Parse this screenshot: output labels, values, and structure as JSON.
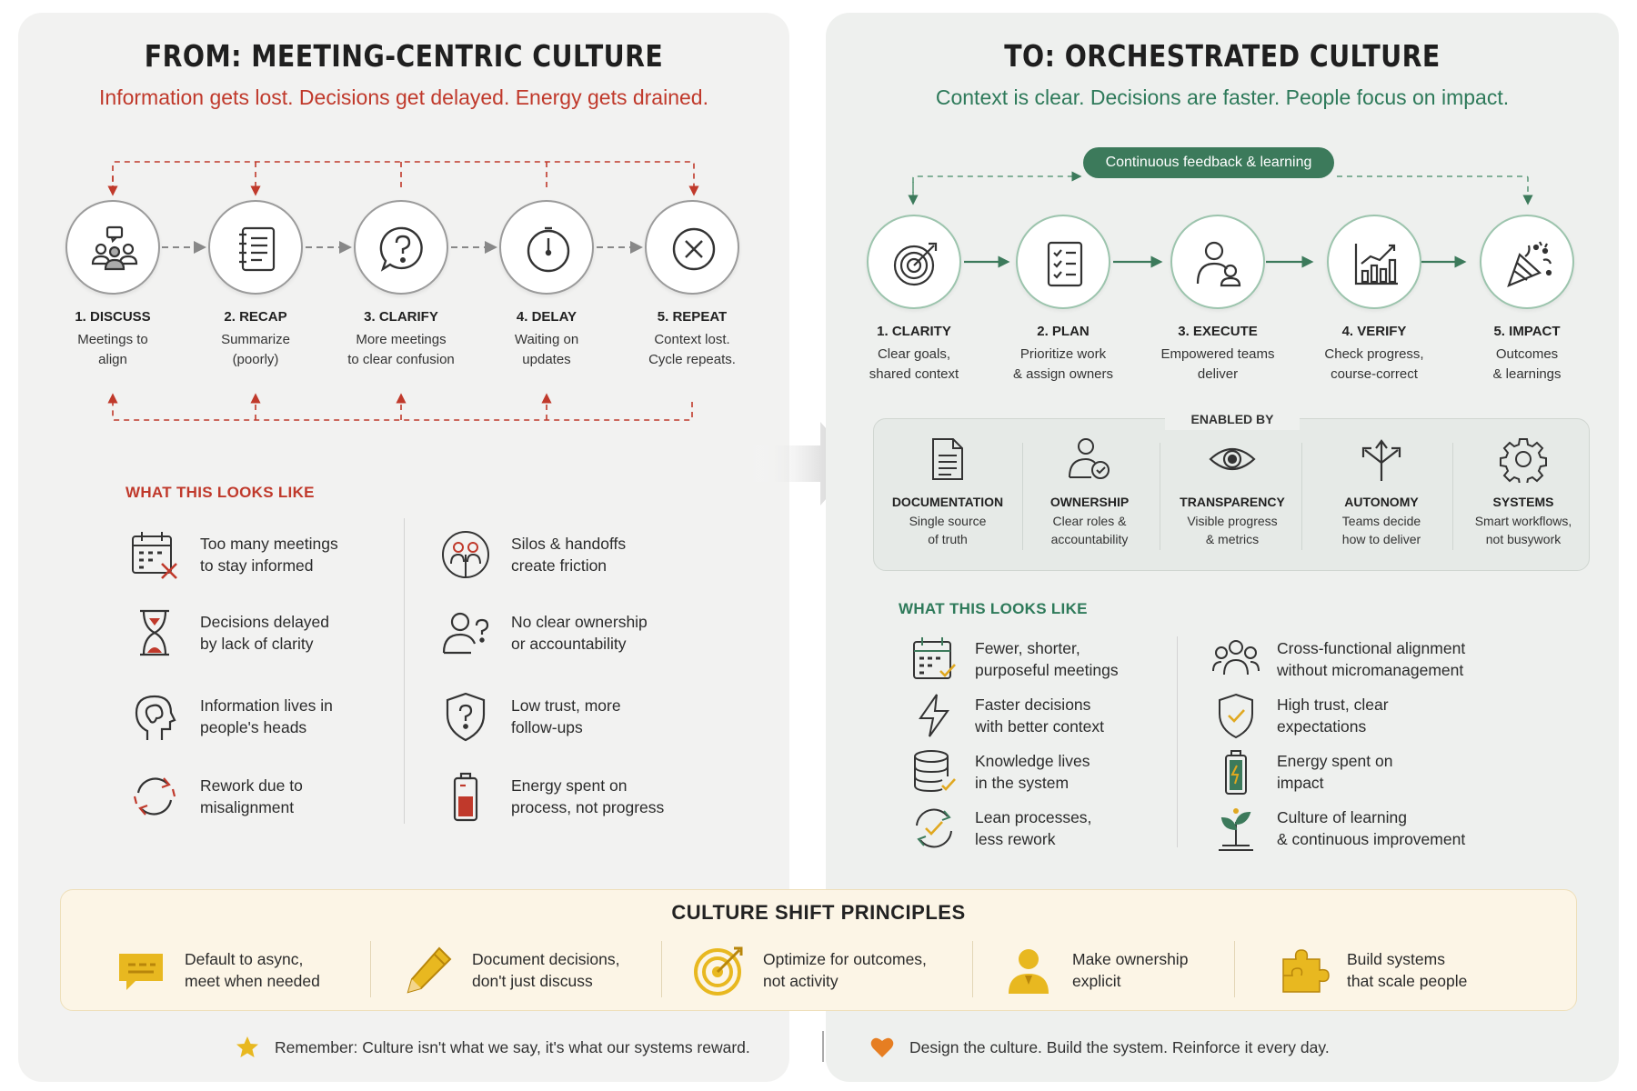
{
  "left": {
    "title": "FROM: MEETING-CENTRIC CULTURE",
    "subtitle": "Information gets lost. Decisions get delayed. Energy gets drained.",
    "steps": [
      {
        "name": "1. DISCUSS",
        "line1": "Meetings to",
        "line2": "align",
        "icon": "meeting-people-icon"
      },
      {
        "name": "2. RECAP",
        "line1": "Summarize",
        "line2": "(poorly)",
        "icon": "notebook-icon"
      },
      {
        "name": "3. CLARIFY",
        "line1": "More meetings",
        "line2": "to clear confusion",
        "icon": "question-bubble-icon"
      },
      {
        "name": "4. DELAY",
        "line1": "Waiting on",
        "line2": "updates",
        "icon": "clock-icon"
      },
      {
        "name": "5. REPEAT",
        "line1": "Context lost.",
        "line2": "Cycle repeats.",
        "icon": "x-circle-icon"
      }
    ],
    "looks_like_heading": "WHAT THIS LOOKS LIKE",
    "looks_like": [
      {
        "line1": "Too many meetings",
        "line2": "to stay informed",
        "icon": "calendar-x-icon"
      },
      {
        "line1": "Decisions delayed",
        "line2": "by lack of clarity",
        "icon": "hourglass-icon"
      },
      {
        "line1": "Information lives in",
        "line2": "people's heads",
        "icon": "head-icon"
      },
      {
        "line1": "Rework due to",
        "line2": "misalignment",
        "icon": "refresh-icon"
      },
      {
        "line1": "Silos & handoffs",
        "line2": "create friction",
        "icon": "silos-people-icon"
      },
      {
        "line1": "No clear ownership",
        "line2": "or accountability",
        "icon": "person-question-icon"
      },
      {
        "line1": "Low trust, more",
        "line2": "follow-ups",
        "icon": "shield-question-icon"
      },
      {
        "line1": "Energy spent on",
        "line2": "process, not progress",
        "icon": "battery-low-icon"
      }
    ]
  },
  "right": {
    "title": "TO: ORCHESTRATED CULTURE",
    "subtitle": "Context is clear. Decisions are faster. People focus on impact.",
    "feedback_label": "Continuous feedback & learning",
    "steps": [
      {
        "name": "1. CLARITY",
        "line1": "Clear goals,",
        "line2": "shared context",
        "icon": "target-icon"
      },
      {
        "name": "2. PLAN",
        "line1": "Prioritize work",
        "line2": "& assign owners",
        "icon": "checklist-icon"
      },
      {
        "name": "3. EXECUTE",
        "line1": "Empowered teams",
        "line2": "deliver",
        "icon": "team-icon"
      },
      {
        "name": "4. VERIFY",
        "line1": "Check progress,",
        "line2": "course-correct",
        "icon": "chart-up-icon"
      },
      {
        "name": "5. IMPACT",
        "line1": "Outcomes",
        "line2": "& learnings",
        "icon": "party-popper-icon"
      }
    ],
    "enabled_by_label": "ENABLED BY",
    "enablers": [
      {
        "name": "DOCUMENTATION",
        "line1": "Single source",
        "line2": "of truth",
        "icon": "document-icon"
      },
      {
        "name": "OWNERSHIP",
        "line1": "Clear roles &",
        "line2": "accountability",
        "icon": "person-check-icon"
      },
      {
        "name": "TRANSPARENCY",
        "line1": "Visible progress",
        "line2": "& metrics",
        "icon": "eye-icon"
      },
      {
        "name": "AUTONOMY",
        "line1": "Teams decide",
        "line2": "how to deliver",
        "icon": "split-arrows-icon"
      },
      {
        "name": "SYSTEMS",
        "line1": "Smart workflows,",
        "line2": "not busywork",
        "icon": "gear-icon"
      }
    ],
    "looks_like_heading": "WHAT THIS LOOKS LIKE",
    "looks_like": [
      {
        "line1": "Fewer, shorter,",
        "line2": "purposeful meetings",
        "icon": "calendar-check-icon"
      },
      {
        "line1": "Faster decisions",
        "line2": "with better context",
        "icon": "lightning-icon"
      },
      {
        "line1": "Knowledge lives",
        "line2": "in the system",
        "icon": "database-check-icon"
      },
      {
        "line1": "Lean processes,",
        "line2": "less rework",
        "icon": "refresh-check-icon"
      },
      {
        "line1": "Cross-functional alignment",
        "line2": "without micromanagement",
        "icon": "group-icon"
      },
      {
        "line1": "High trust, clear",
        "line2": "expectations",
        "icon": "shield-check-icon"
      },
      {
        "line1": "Energy spent on",
        "line2": "impact",
        "icon": "battery-full-icon"
      },
      {
        "line1": "Culture of learning",
        "line2": "& continuous improvement",
        "icon": "sprout-icon"
      }
    ]
  },
  "principles": {
    "title": "CULTURE SHIFT PRINCIPLES",
    "items": [
      {
        "line1": "Default to async,",
        "line2": "meet when needed",
        "icon": "chat-bubble-icon"
      },
      {
        "line1": "Document decisions,",
        "line2": "don't just discuss",
        "icon": "pencil-icon"
      },
      {
        "line1": "Optimize for outcomes,",
        "line2": "not activity",
        "icon": "target-icon"
      },
      {
        "line1": "Make ownership",
        "line2": "explicit",
        "icon": "person-icon"
      },
      {
        "line1": "Build systems",
        "line2": "that scale people",
        "icon": "puzzle-icon"
      }
    ]
  },
  "footer": {
    "left": "Remember: Culture isn't what we say, it's what our systems reward.",
    "right": "Design the culture. Build the system. Reinforce it every day."
  },
  "colors": {
    "red_accent": "#c0392b",
    "green_accent": "#2e7a5a",
    "pill_green": "#3c7a5b",
    "gold": "#e8b820"
  }
}
